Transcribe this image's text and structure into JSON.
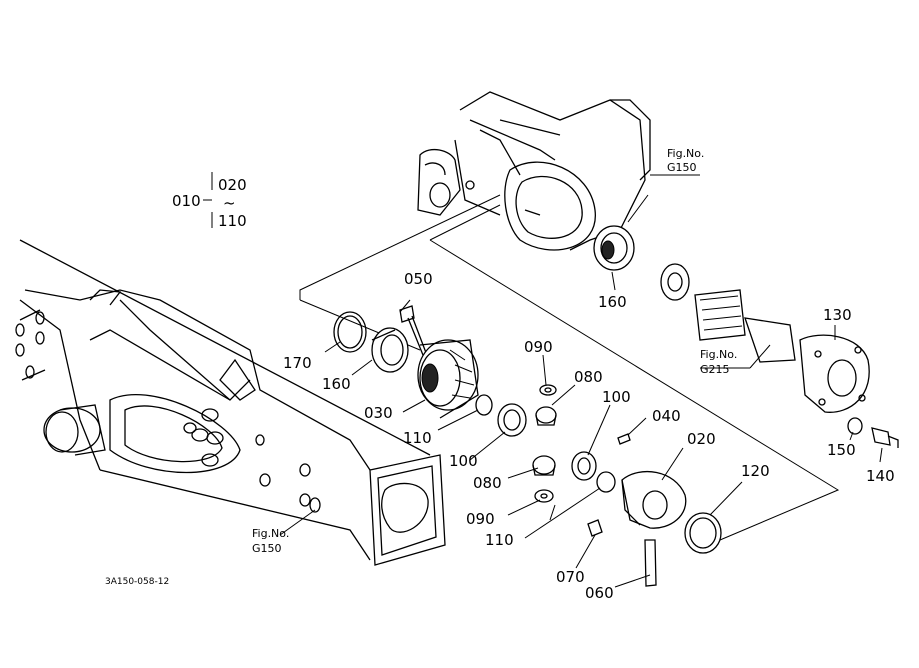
{
  "labels": {
    "p010": "010",
    "p020a": "020",
    "p110a": "110",
    "tilde": "~",
    "p050": "050",
    "p170": "170",
    "p160a": "160",
    "p160b": "160",
    "p030": "030",
    "p110b": "110",
    "p110c": "110",
    "p100a": "100",
    "p100b": "100",
    "p090a": "090",
    "p090b": "090",
    "p080a": "080",
    "p080b": "080",
    "p040": "040",
    "p020b": "020",
    "p120": "120",
    "p070": "070",
    "p060": "060",
    "p130": "130",
    "p150": "150",
    "p140": "140"
  },
  "fig_refs": {
    "top_fig": "Fig.No.",
    "top_num": "G150",
    "mid_fig": "Fig.No.",
    "mid_num": "G215",
    "bot_fig": "Fig.No.",
    "bot_num": "G150"
  },
  "drawing_code": "3A150-058-12"
}
